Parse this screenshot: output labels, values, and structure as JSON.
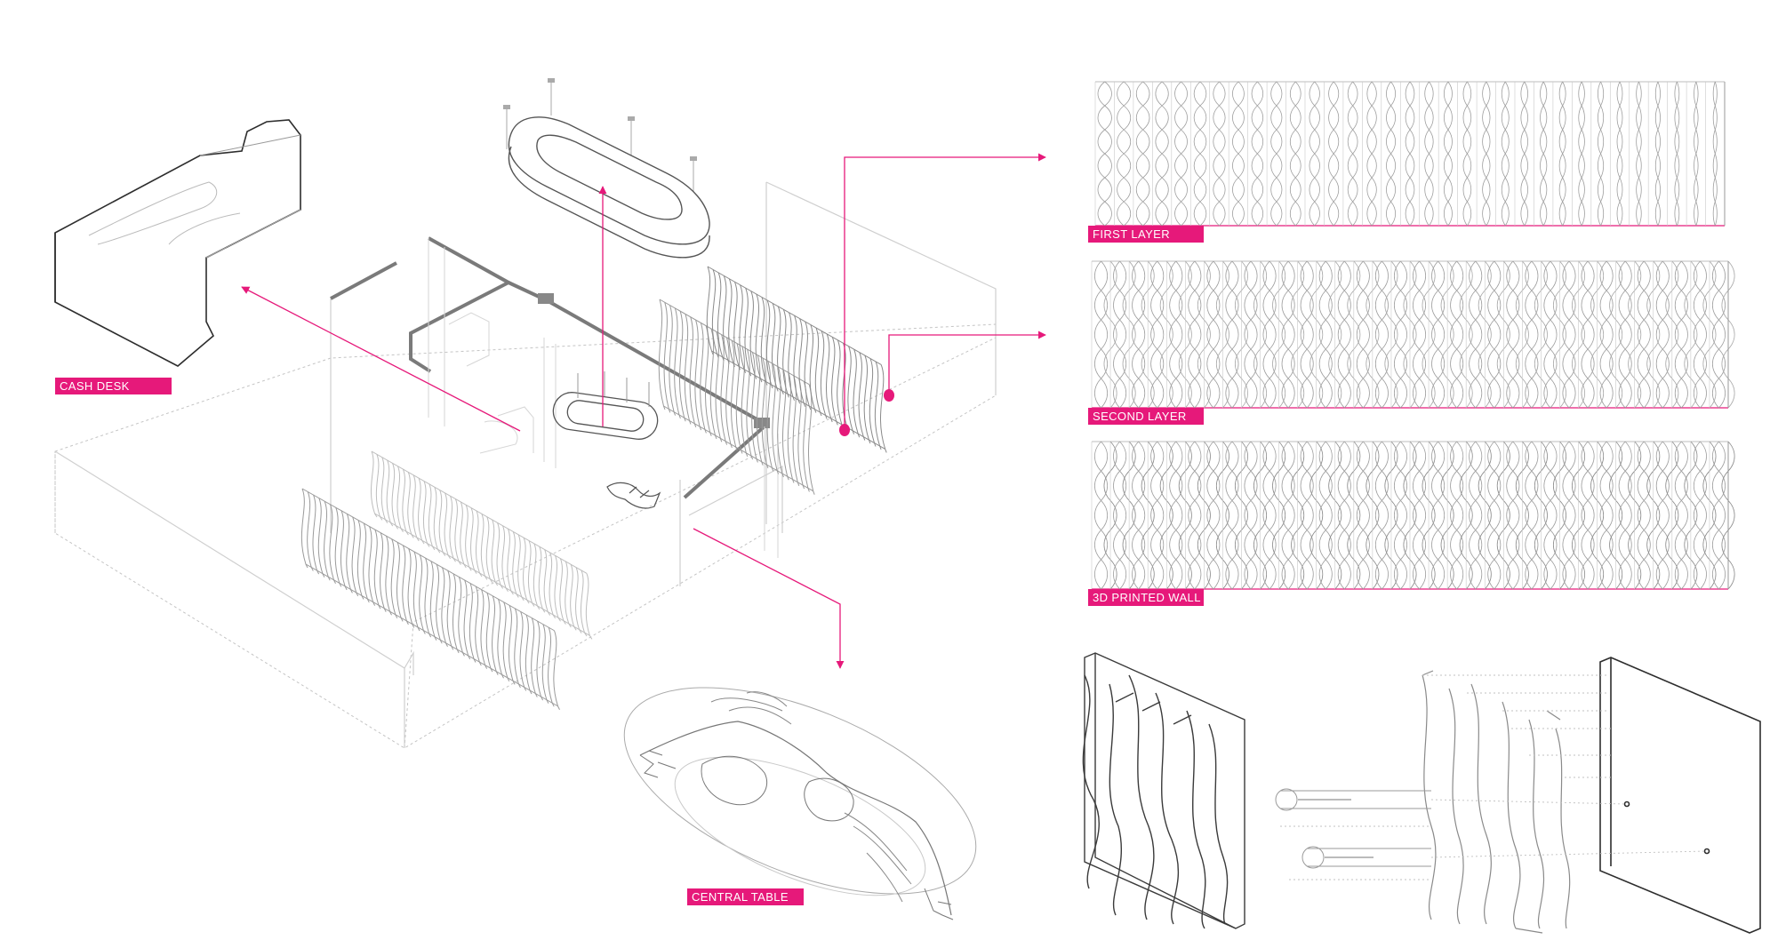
{
  "labels": {
    "cash_desk": "CASH DESK",
    "first_layer": "FIRST LAYER",
    "second_layer": "SECOND LAYER",
    "printed_wall": "3D PRINTED WALL",
    "central_table": "CENTRAL TABLE"
  },
  "colors": {
    "accent": "#e6197a",
    "line": "#3a3a3a",
    "light_line": "#b8b8b8",
    "wall": "#777777"
  },
  "panels": {
    "first_columns": 33,
    "second_columns": 34,
    "wall_columns": 34
  }
}
